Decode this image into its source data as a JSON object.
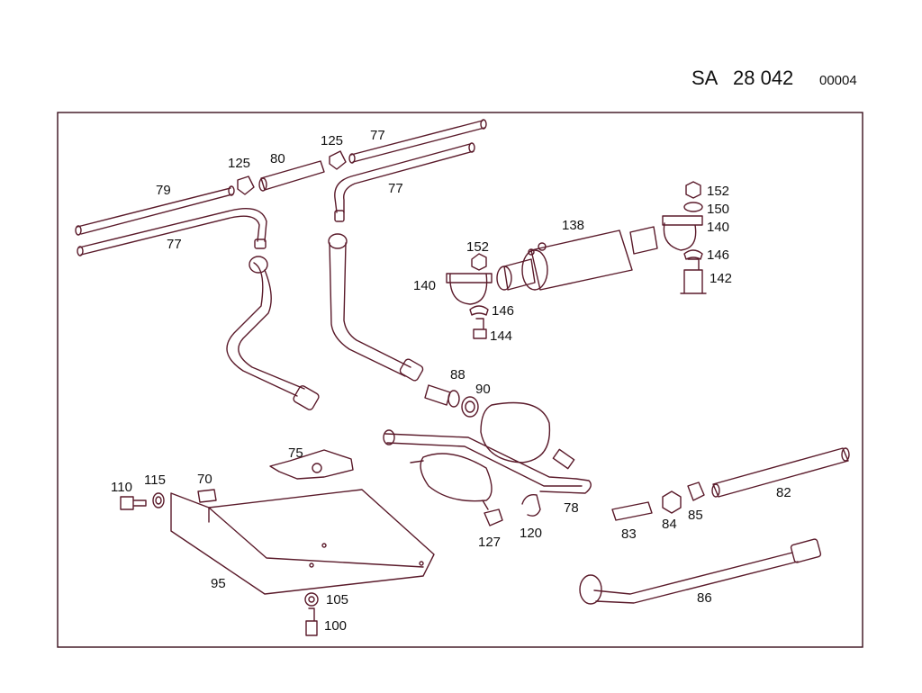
{
  "header": {
    "sa": "SA",
    "number": "28 042",
    "sheet": "00004"
  },
  "callouts": {
    "c79": "79",
    "c77a": "77",
    "c125a": "125",
    "c80": "80",
    "c125b": "125",
    "c77b": "77",
    "c77c": "77",
    "c152a": "152",
    "c140a": "140",
    "c146a": "146",
    "c144": "144",
    "c138": "138",
    "c152b": "152",
    "c150": "150",
    "c140b": "140",
    "c146b": "146",
    "c142": "142",
    "c88": "88",
    "c90": "90",
    "c75": "75",
    "c110": "110",
    "c115": "115",
    "c70": "70",
    "c95": "95",
    "c105": "105",
    "c100": "100",
    "c127": "127",
    "c120": "120",
    "c78": "78",
    "c83": "83",
    "c84": "84",
    "c85": "85",
    "c82": "82",
    "c86": "86"
  }
}
